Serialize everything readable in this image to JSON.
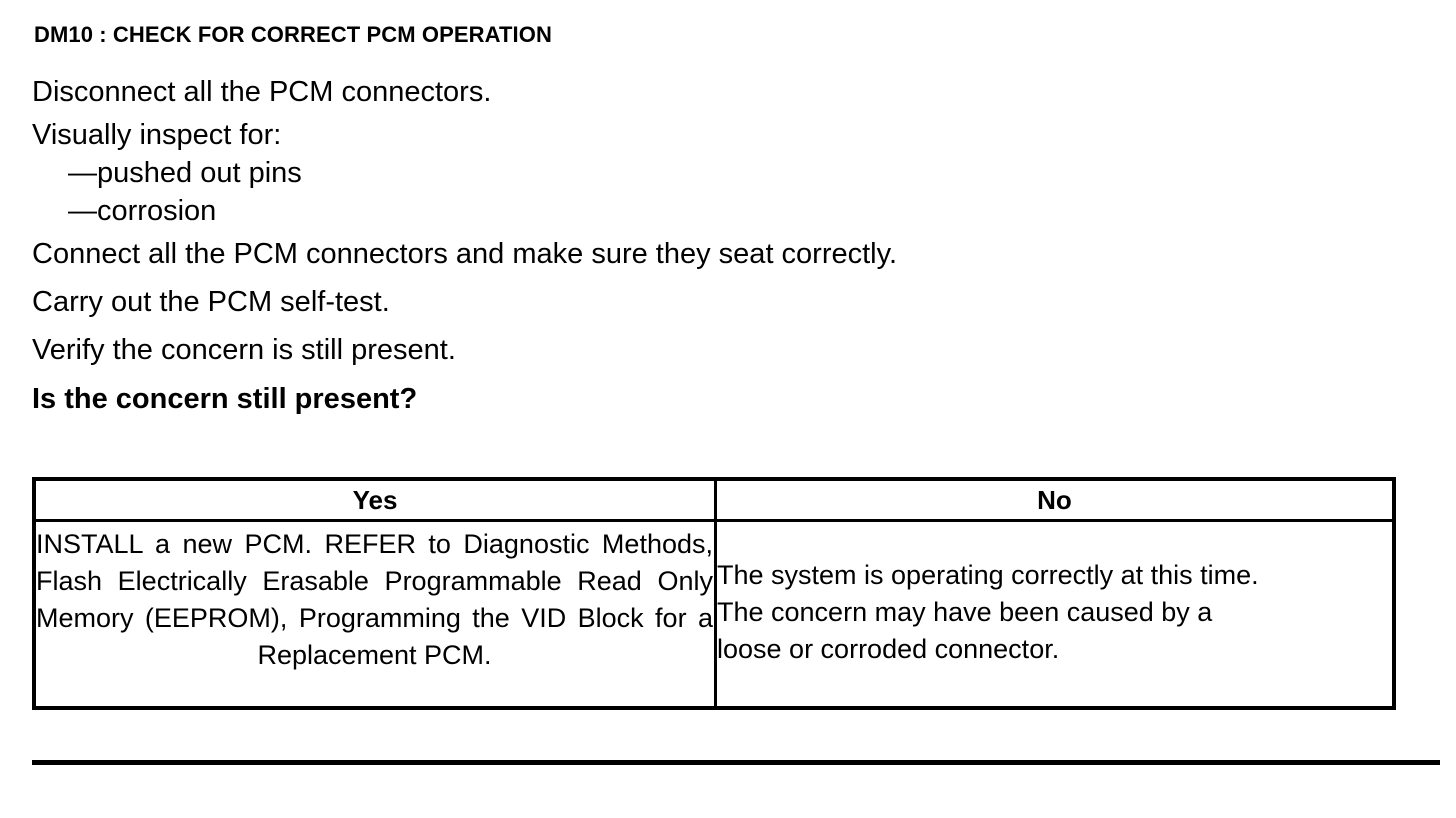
{
  "document": {
    "title": "DM10 : CHECK FOR CORRECT PCM OPERATION",
    "steps": [
      {
        "text": "Disconnect all the PCM connectors.",
        "style": "normal"
      },
      {
        "text": "Visually inspect for:",
        "style": "tight"
      },
      {
        "text": "—pushed out pins",
        "style": "dash"
      },
      {
        "text": "—corrosion",
        "style": "dash"
      },
      {
        "text": "Connect all the PCM connectors and make sure they seat correctly.",
        "style": "normal"
      },
      {
        "text": "Carry out the PCM self-test.",
        "style": "normal"
      },
      {
        "text": "Verify the concern is still present.",
        "style": "normal"
      },
      {
        "text": "Is the concern still present?",
        "style": "bold"
      }
    ]
  },
  "decision_table": {
    "headers": {
      "yes": "Yes",
      "no": "No"
    },
    "cells": {
      "yes": "INSTALL a new PCM. REFER to Diagnostic Methods, Flash Electrically Erasable Programmable Read Only Memory (EEPROM), Programming the VID Block for a Replacement PCM.",
      "no_lines": [
        "The system is operating correctly at this time.",
        "The concern may have been caused by a",
        "loose or corroded connector."
      ]
    }
  }
}
